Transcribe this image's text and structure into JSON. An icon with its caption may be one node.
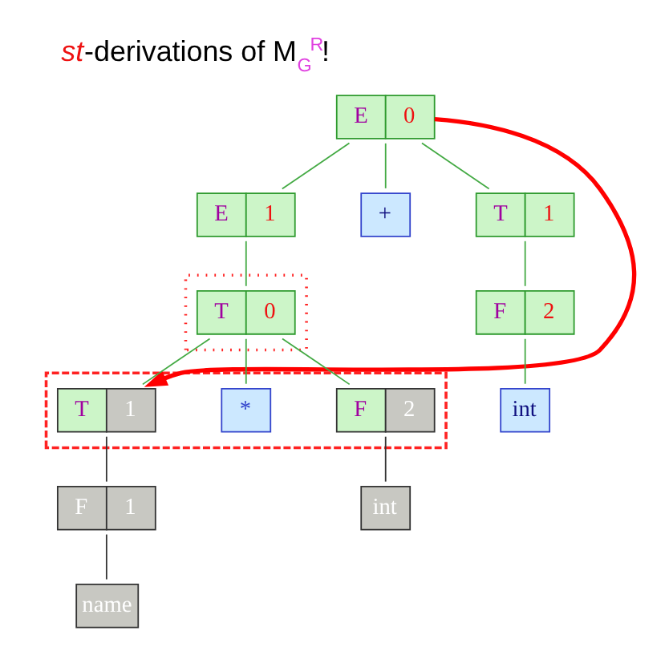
{
  "diagram": {
    "title": "*st*-derivations of M$_{G}$$^{R}$!",
    "nodes": [
      {
        "text": [
          "E",
          "0"
        ]
      },
      {
        "text": [
          "E",
          "1"
        ]
      },
      {
        "text": [
          "+"
        ]
      },
      {
        "text": [
          "T",
          "1"
        ]
      },
      {
        "text": [],
        "shape": "box"
      },
      {
        "text": [
          "T",
          "0"
        ],
        "in": 4
      },
      {
        "text": [
          "F",
          "2"
        ]
      },
      {
        "text": [],
        "shape": "box"
      },
      {
        "text": [
          "T",
          "1"
        ],
        "in": 7
      },
      {
        "text": [
          "*"
        ],
        "in": 7
      },
      {
        "text": [
          "F",
          "2"
        ],
        "in": 7
      },
      {
        "text": [
          "int"
        ]
      },
      {
        "text": [
          "F",
          "1"
        ]
      },
      {
        "text": [
          "int"
        ]
      },
      {
        "text": [
          "name"
        ]
      }
    ],
    "edges": [
      {
        "from": 0,
        "to": 1,
        "arrow": "none"
      },
      {
        "from": 0,
        "to": 2,
        "arrow": "none"
      },
      {
        "from": 0,
        "to": 3,
        "arrow": "none"
      },
      {
        "from": 1,
        "to": 5,
        "arrow": "none"
      },
      {
        "from": 3,
        "to": 6,
        "arrow": "none"
      },
      {
        "from": 5,
        "to": 8,
        "arrow": "none"
      },
      {
        "from": 5,
        "to": 9,
        "arrow": "none"
      },
      {
        "from": 5,
        "to": 10,
        "arrow": "none"
      },
      {
        "from": 6,
        "to": 11,
        "arrow": "none"
      },
      {
        "from": 8,
        "to": 12,
        "arrow": "none",
        "color": "#333333"
      },
      {
        "from": 10,
        "to": 13,
        "arrow": "none",
        "color": "#333333"
      },
      {
        "from": 12,
        "to": 14,
        "arrow": "none",
        "color": "#333333"
      },
      {
        "from": 0,
        "to": 8,
        "arrow": "to",
        "style": "thick",
        "color": "#ff0000"
      }
    ]
  }
}
